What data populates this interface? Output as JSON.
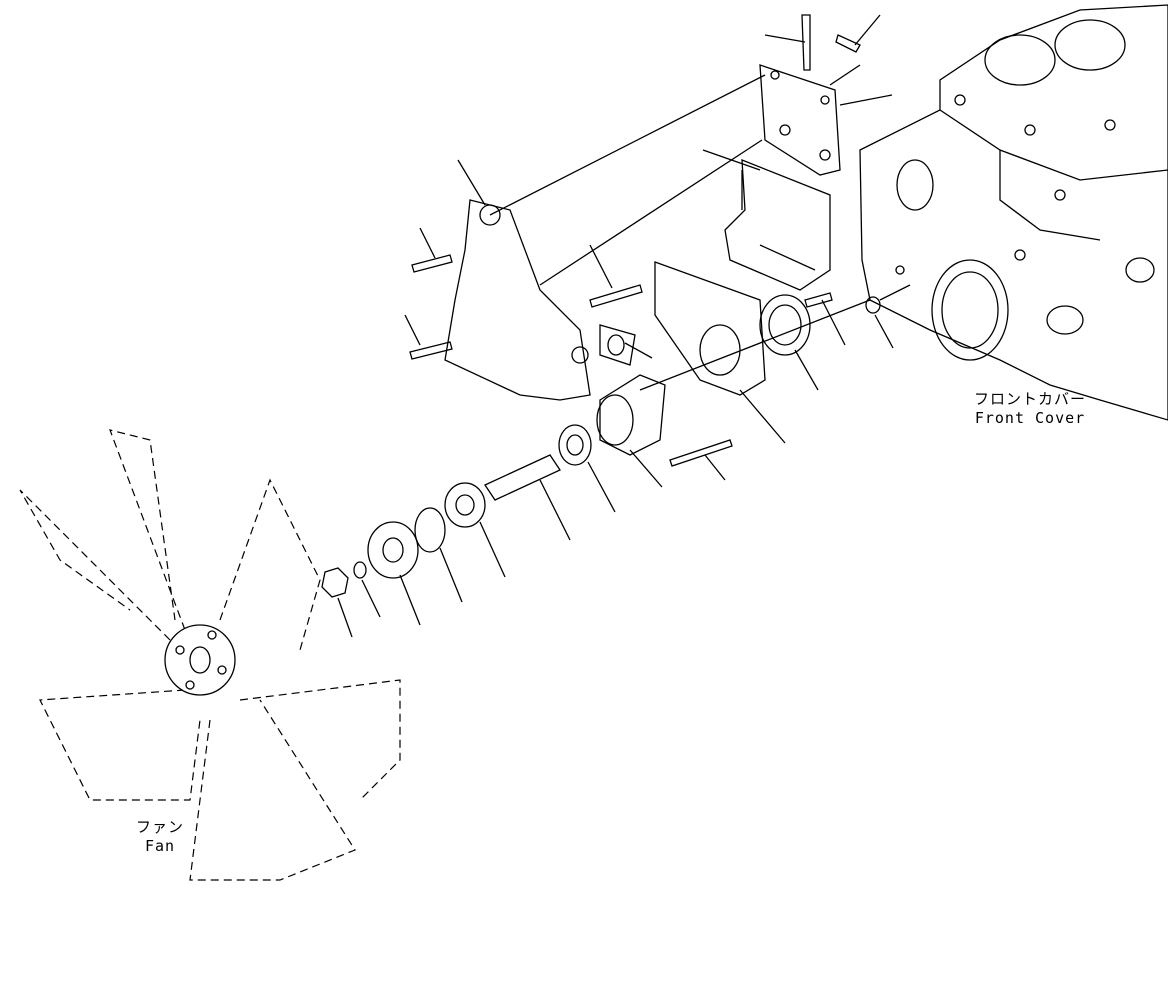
{
  "labels": {
    "front_cover_jp": "フロントカバー",
    "front_cover_en": "Front Cover",
    "fan_jp": "ファン",
    "fan_en": "Fan"
  },
  "colors": {
    "line": "#000000",
    "background": "#ffffff"
  }
}
